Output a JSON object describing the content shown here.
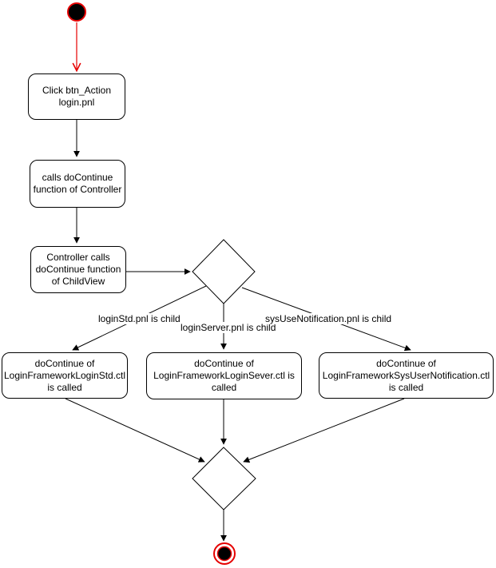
{
  "diagram": {
    "type": "uml-activity-diagram",
    "colors": {
      "background": "#FFFFFF",
      "stroke": "#000000",
      "node_fill": "#FFFFFF",
      "start_end_red": "#E60000"
    },
    "nodes": {
      "start": {
        "type": "initial-node"
      },
      "step_click": {
        "label": "Click btn_Action login.pnl"
      },
      "step_calls": {
        "label": "calls doContinue function of Controller"
      },
      "step_controller": {
        "label": "Controller calls doContinue function of ChildView"
      },
      "decision": {
        "type": "decision-diamond"
      },
      "branch_login_std": {
        "label": "doContinue of LoginFrameworkLoginStd.ctl is called"
      },
      "branch_login_server": {
        "label": "doContinue of LoginFrameworkLoginSever.ctl is called"
      },
      "branch_sys_use_notification": {
        "label": "doContinue of LoginFrameworkSysUserNotification.ctl is called"
      },
      "merge": {
        "type": "merge-diamond"
      },
      "end": {
        "type": "final-node"
      }
    },
    "edge_labels": {
      "login_std": "loginStd.pnl is child",
      "login_server": "loginServer.pnl is child",
      "sys_use_notification": "sysUseNotification.pnl is child"
    }
  }
}
